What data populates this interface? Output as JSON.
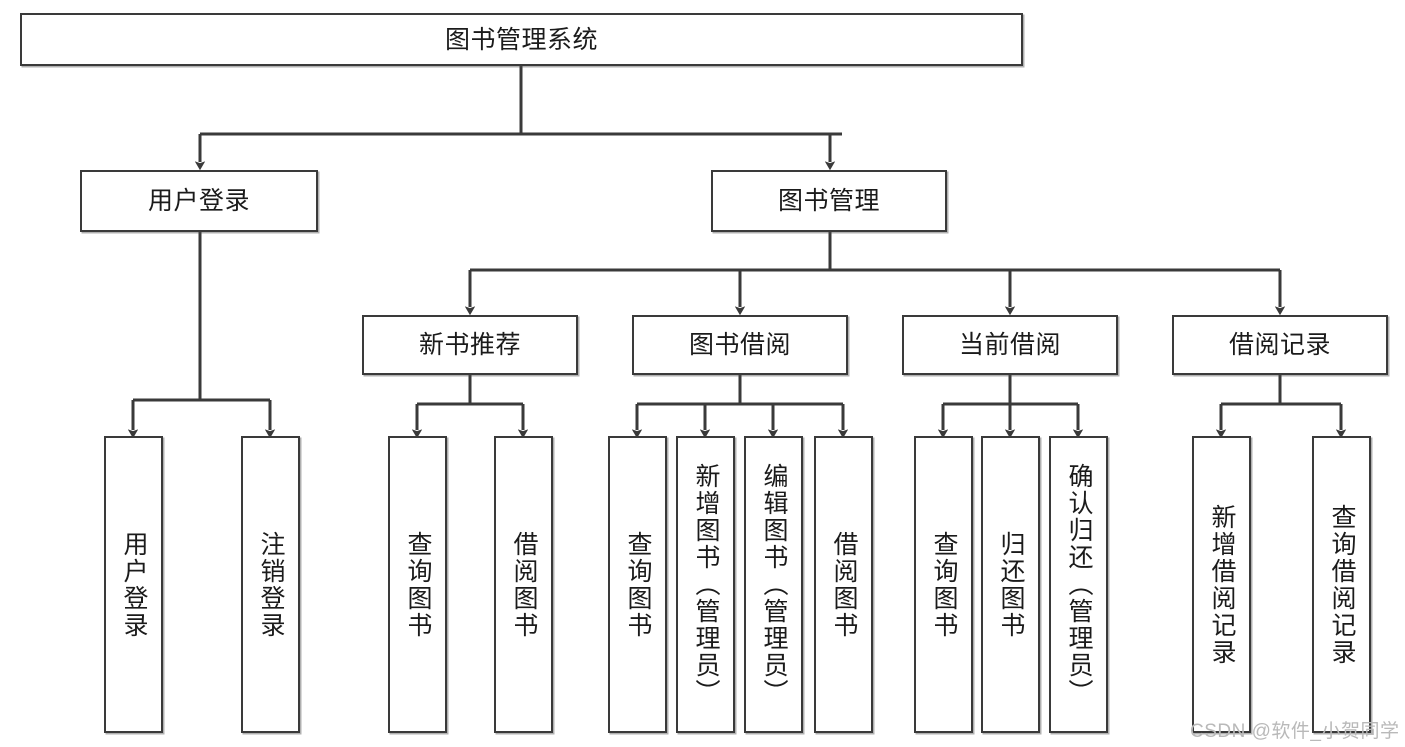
{
  "diagram": {
    "title": "图书管理系统",
    "type": "functional-structure-tree",
    "colors": {
      "stroke": "#3a3a3a",
      "fill": "#ffffff",
      "text": "#1b1b1b",
      "watermark": "#b9b9b9"
    },
    "watermark": "CSDN @软件_小贺同学"
  },
  "nodes": {
    "root": {
      "label": "图书管理系统"
    },
    "level2": [
      {
        "id": "user-login",
        "label": "用户登录"
      },
      {
        "id": "book-manage",
        "label": "图书管理"
      }
    ],
    "level3": [
      {
        "id": "new-book-recommend",
        "label": "新书推荐"
      },
      {
        "id": "book-borrow",
        "label": "图书借阅"
      },
      {
        "id": "current-borrow",
        "label": "当前借阅"
      },
      {
        "id": "borrow-record",
        "label": "借阅记录"
      }
    ],
    "leaves": {
      "user_login": [
        {
          "id": "leaf-user-login",
          "label": "用户登录"
        },
        {
          "id": "leaf-logout",
          "label": "注销登录"
        }
      ],
      "new_book_recommend": [
        {
          "id": "leaf-query-book-1",
          "label": "查询图书"
        },
        {
          "id": "leaf-borrow-book-1",
          "label": "借阅图书"
        }
      ],
      "book_borrow": [
        {
          "id": "leaf-query-book-2",
          "label": "查询图书"
        },
        {
          "id": "leaf-add-book",
          "label": "新增图书（管理员）"
        },
        {
          "id": "leaf-edit-book",
          "label": "编辑图书（管理员）"
        },
        {
          "id": "leaf-borrow-book-2",
          "label": "借阅图书"
        }
      ],
      "current_borrow": [
        {
          "id": "leaf-query-book-3",
          "label": "查询图书"
        },
        {
          "id": "leaf-return-book",
          "label": "归还图书"
        },
        {
          "id": "leaf-confirm-return",
          "label": "确认归还（管理员）"
        }
      ],
      "borrow_record": [
        {
          "id": "leaf-add-record",
          "label": "新增借阅记录"
        },
        {
          "id": "leaf-query-record",
          "label": "查询借阅记录"
        }
      ]
    }
  }
}
